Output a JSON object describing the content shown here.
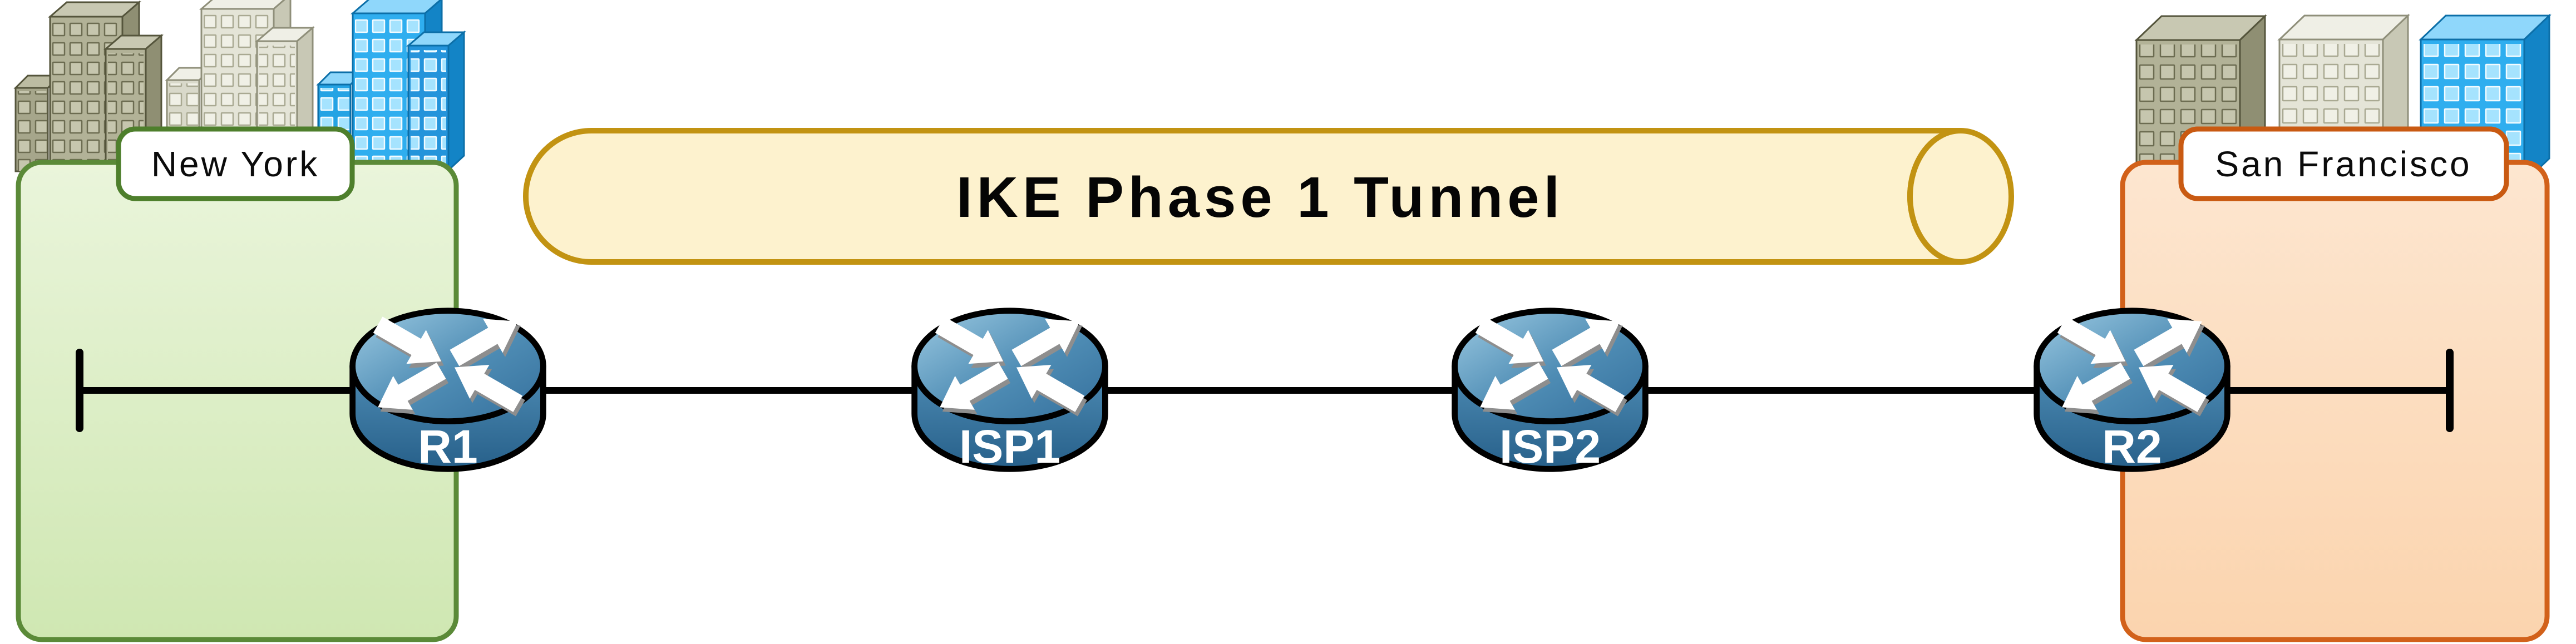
{
  "diagram": {
    "type": "network-topology",
    "tunnel": {
      "label": "IKE Phase 1 Tunnel",
      "fill": "#FDF2CE",
      "border": "#C29312"
    },
    "sites": [
      {
        "id": "new-york",
        "label": "New York",
        "panel_border": "#5B8A38",
        "label_border": "#4E7F2C",
        "fill_top": "#EAF5DB",
        "fill_bottom": "#CFE7B2"
      },
      {
        "id": "san-francisco",
        "label": "San Francisco",
        "panel_border": "#D2611A",
        "label_border": "#C95A12",
        "fill_top": "#FDE6D0",
        "fill_bottom": "#FBD4AE"
      }
    ],
    "routers": [
      {
        "name": "R1",
        "site": "new-york"
      },
      {
        "name": "ISP1",
        "site": "internet"
      },
      {
        "name": "ISP2",
        "site": "internet"
      },
      {
        "name": "R2",
        "site": "san-francisco"
      }
    ],
    "link_color": "#000000",
    "router_colors": {
      "top_face": "#7FB8D8",
      "body": "#2E6E99",
      "outline": "#000000",
      "arrows": "#FFFFFF",
      "arrow_shadow": "#8E8E8E"
    },
    "icons": {
      "router": "cisco-router-icon",
      "city": "city-buildings-icon",
      "tunnel": "cylinder-tunnel-icon"
    }
  }
}
